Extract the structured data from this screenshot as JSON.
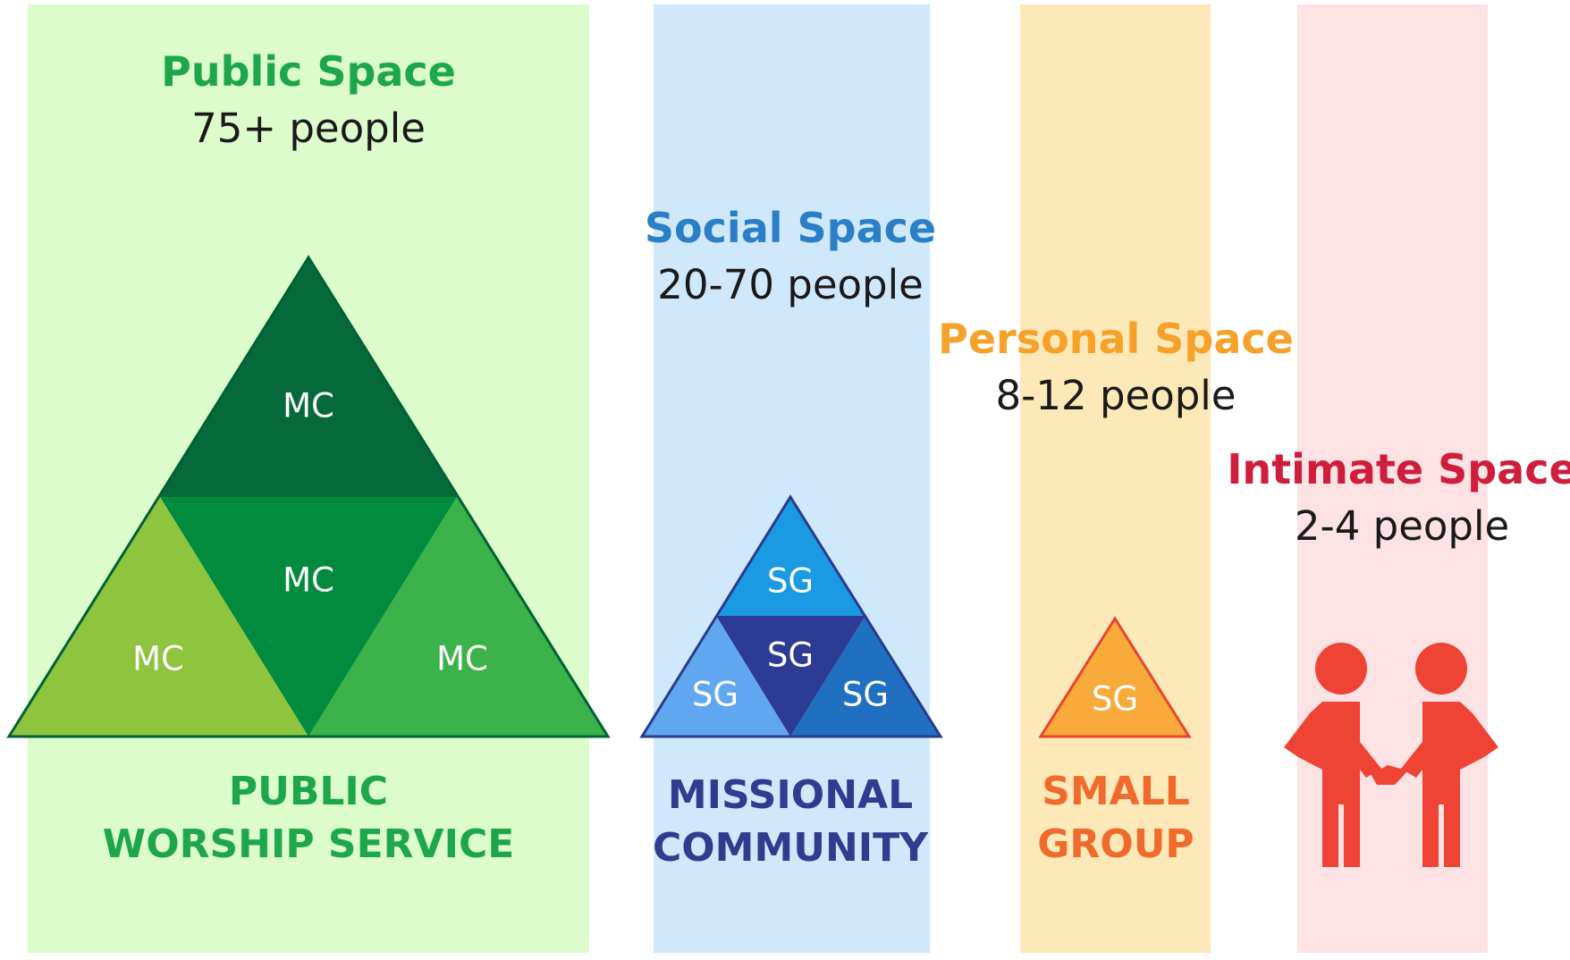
{
  "colors": {
    "public_band": "#dcfccc",
    "social_band": "#d0e8fc",
    "personal_band": "#fde8b8",
    "intimate_band": "#fde2e4",
    "public_title": "#1ea74a",
    "social_title": "#2b7fc6",
    "personal_title": "#f6a12a",
    "intimate_title": "#cf1e3c",
    "public_caption": "#1ea74a",
    "missional_caption": "#2f3d8f",
    "small_group_caption": "#ef6a2c",
    "people_icon": "#ee4335"
  },
  "spaces": [
    {
      "id": "public",
      "title": "Public Space",
      "count": "75+ people"
    },
    {
      "id": "social",
      "title": "Social Space",
      "count": "20-70 people"
    },
    {
      "id": "personal",
      "title": "Personal Space",
      "count": "8-12 people"
    },
    {
      "id": "intimate",
      "title": "Intimate Space",
      "count": "2-4 people"
    }
  ],
  "captions": {
    "public": [
      "PUBLIC",
      "WORSHIP SERVICE"
    ],
    "missional": [
      "MISSIONAL",
      "COMMUNITY"
    ],
    "small_group": [
      "SMALL",
      "GROUP"
    ]
  },
  "segments": {
    "public": {
      "top": "MC",
      "center": "MC",
      "left": "MC",
      "right": "MC",
      "colors": {
        "top": "#06693a",
        "center": "#028b3e",
        "left": "#8ec43e",
        "right": "#3bb24a",
        "outline": "#006234"
      }
    },
    "missional": {
      "top": "SG",
      "center": "SG",
      "left": "SG",
      "right": "SG",
      "colors": {
        "top": "#1a9ae2",
        "center": "#2c3b94",
        "left": "#61a7ef",
        "right": "#1f70c0",
        "outline": "#2a3a8d"
      }
    },
    "small_group": {
      "label": "SG",
      "colors": {
        "fill": "#f8ab3a",
        "outline": "#e7452f"
      }
    }
  },
  "icons": {
    "intimate": "two-people-holding-hands-icon"
  }
}
